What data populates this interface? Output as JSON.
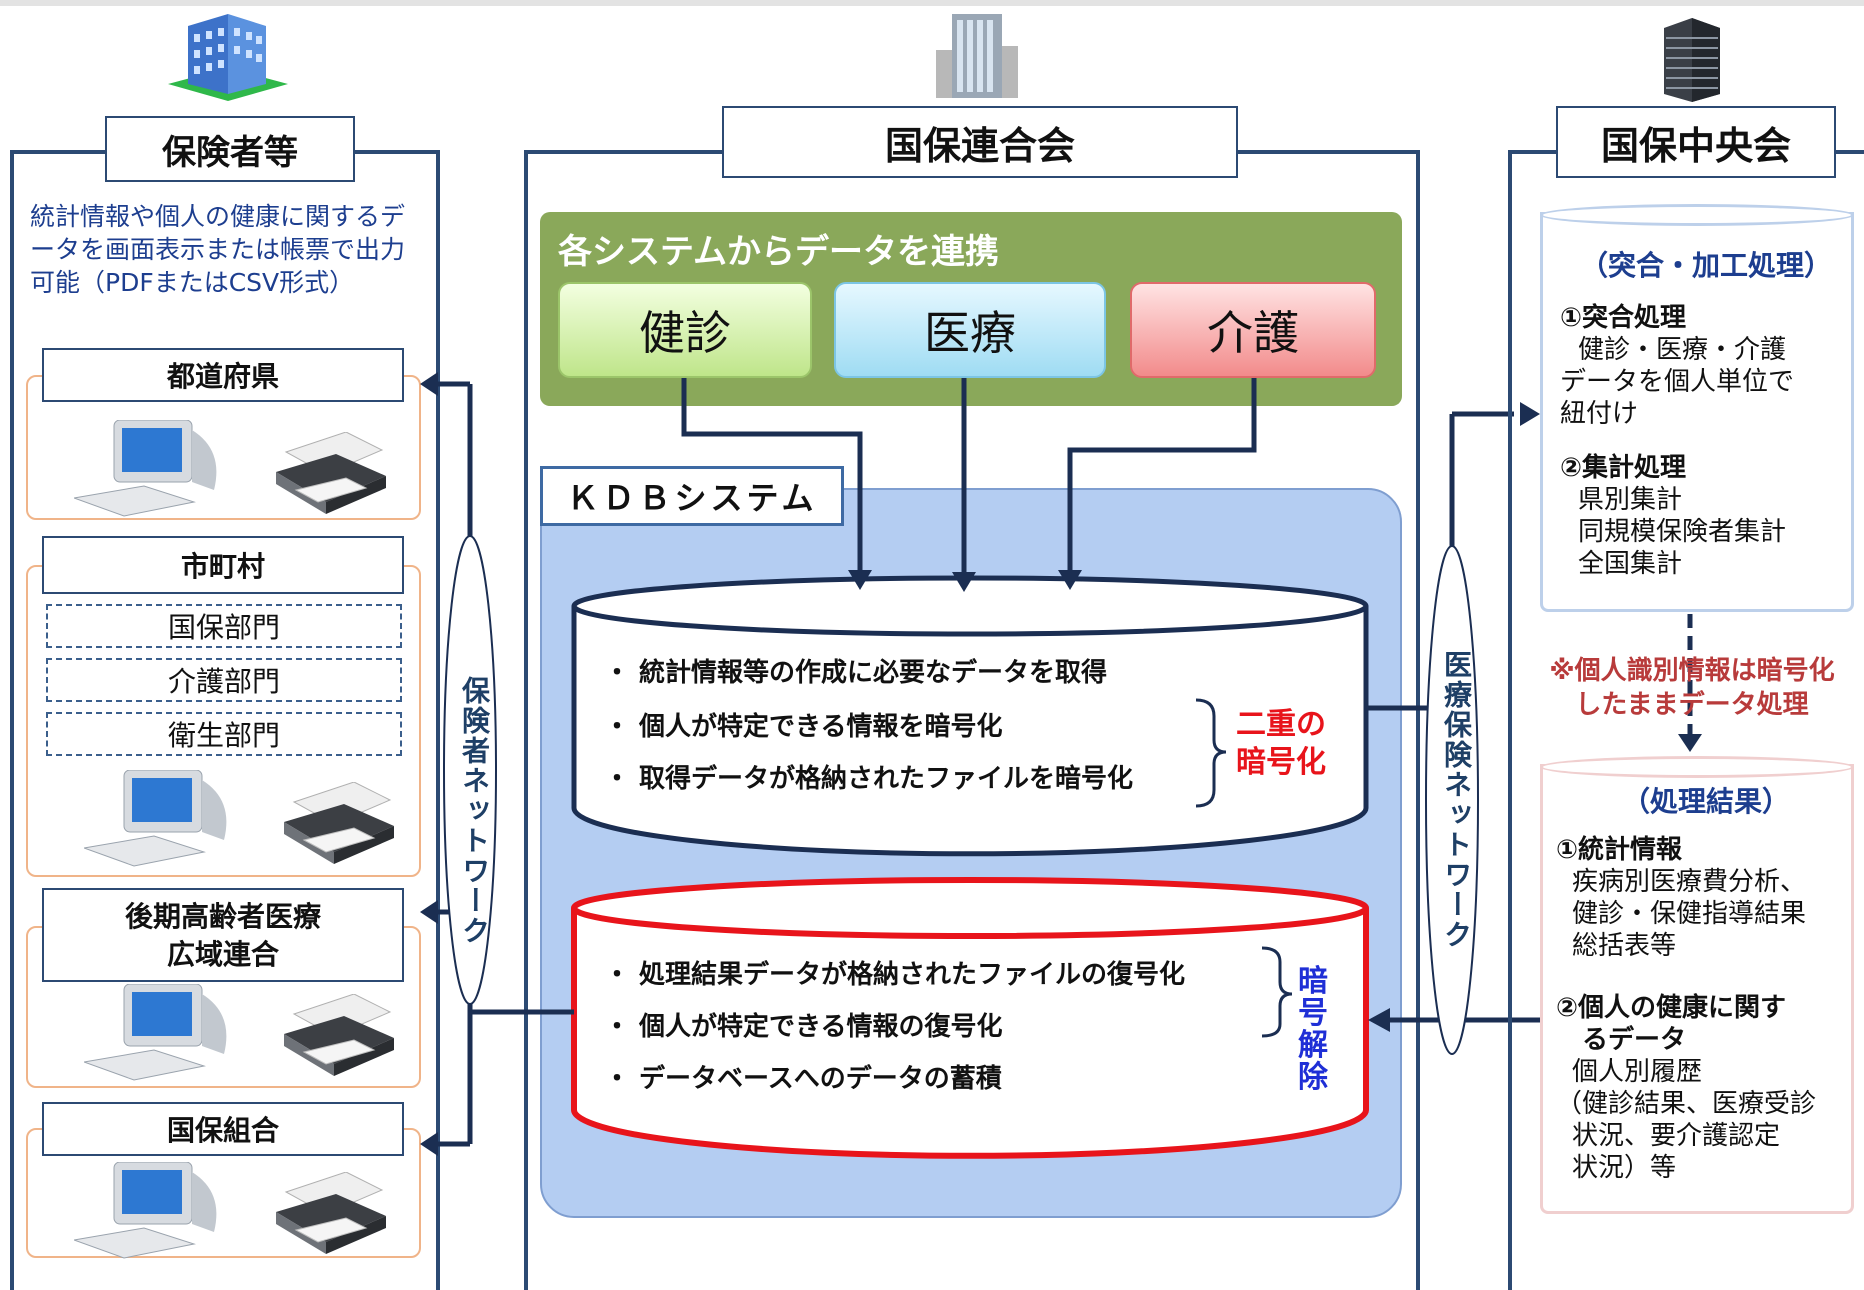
{
  "left": {
    "title": "保険者等",
    "description": "統計情報や個人の健康に関するデータを画面表示または帳票で出力可能（PDFまたはCSV形式）",
    "orgs": {
      "pref": "都道府県",
      "city": "市町村",
      "city_depts": [
        "国保部門",
        "介護部門",
        "衛生部門"
      ],
      "kouki_line1": "後期高齢者医療",
      "kouki_line2": "広域連合",
      "kumiai": "国保組合"
    },
    "network_label": "保険者ネットワーク"
  },
  "middle": {
    "title": "国保連合会",
    "link_panel_title": "各システムからデータを連携",
    "systems": [
      "健診",
      "医療",
      "介護"
    ],
    "kdb_label": "ＫＤＢシステム",
    "upper_bullets": [
      "・ 統計情報等の作成に必要なデータを取得",
      "・ 個人が特定できる情報を暗号化",
      "・ 取得データが格納されたファイルを暗号化"
    ],
    "double_enc_line1": "二重の",
    "double_enc_line2": "暗号化",
    "lower_bullets": [
      "・ 処理結果データが格納されたファイルの復号化",
      "・ 個人が特定できる情報の復号化",
      "・ データベースへのデータの蓄積"
    ],
    "decrypt_chars": [
      "暗",
      "号",
      "解",
      "除"
    ]
  },
  "right": {
    "title": "国保中央会",
    "network_label": "医療保険ネットワーク",
    "top_header": "（突合・加工処理）",
    "item1_title": "①突合処理",
    "item1_lines": [
      "健診・医療・介護",
      "データを個人単位で",
      "紐付け"
    ],
    "item2_title": "②集計処理",
    "item2_lines": [
      "県別集計",
      "同規模保険者集計",
      "全国集計"
    ],
    "note_line1": "※個人識別情報は暗号化",
    "note_line2": "したままデータ処理",
    "bottom_header": "（処理結果）",
    "r1_title": "①統計情報",
    "r1_lines": [
      "疾病別医療費分析、",
      "健診・保健指導結果",
      "総括表等"
    ],
    "r2_title_line1": "②個人の健康に関す",
    "r2_title_line2": "るデータ",
    "r2_lines": [
      "個人別履歴",
      "（健診結果、医療受診",
      "状況、要介護認定",
      "状況）等"
    ]
  },
  "colors": {
    "frame": "#2c4a73",
    "kdb_blue": "#b4cdf2",
    "green_panel": "#8aa85a",
    "red_accent": "#e8141b",
    "decrypt_blue": "#1f2fd6",
    "note_red": "#b83b3b"
  }
}
